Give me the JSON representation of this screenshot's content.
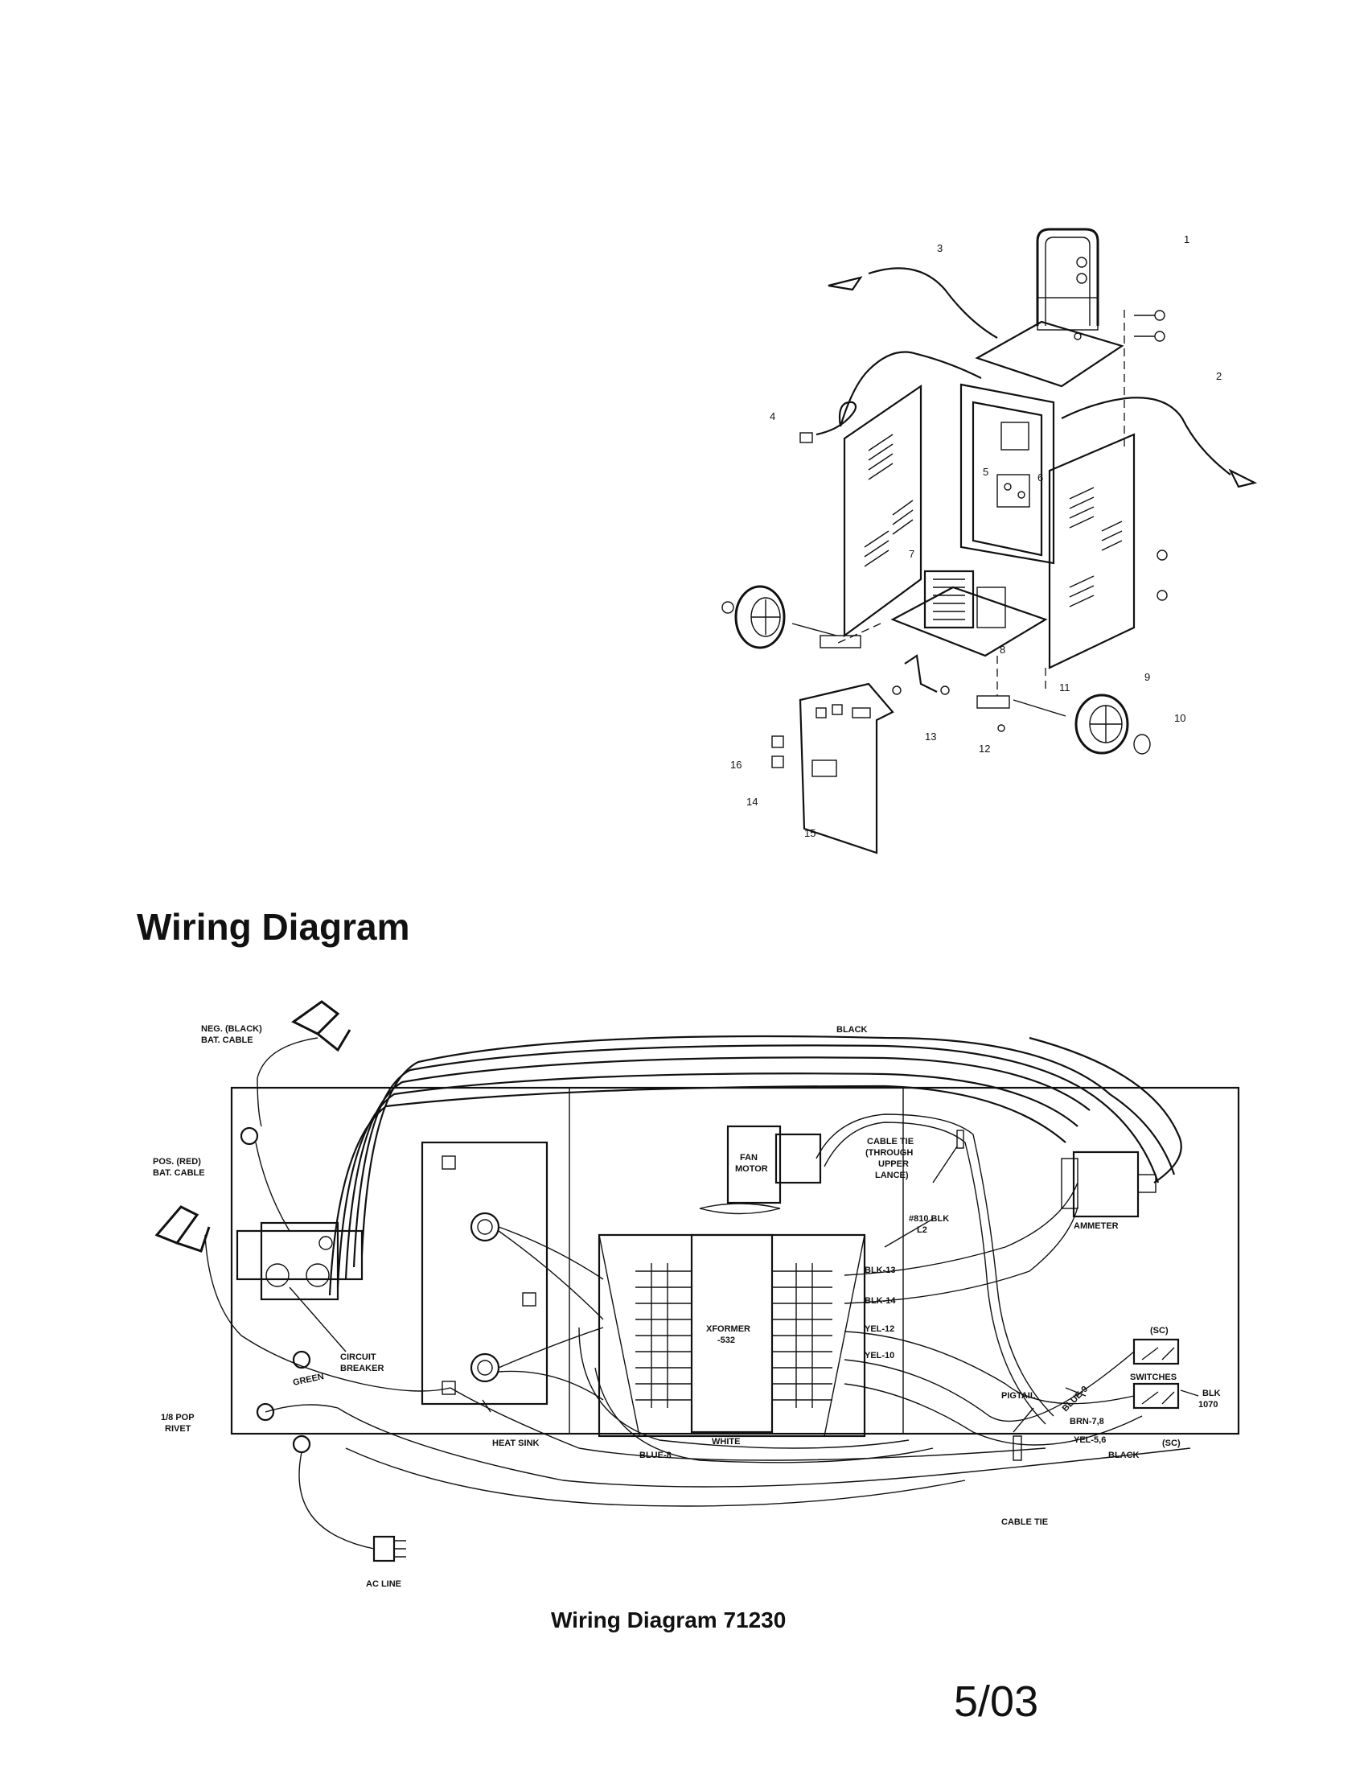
{
  "exploded_view": {
    "callouts": [
      "1",
      "2",
      "3",
      "4",
      "5",
      "6",
      "7",
      "8",
      "9",
      "10",
      "11",
      "12",
      "13",
      "14",
      "15",
      "16"
    ]
  },
  "wiring": {
    "heading": "Wiring Diagram",
    "caption": "Wiring Diagram 71230",
    "labels": {
      "neg_cable_1": "NEG. (BLACK)",
      "neg_cable_2": "BAT. CABLE",
      "pos_cable_1": "POS. (RED)",
      "pos_cable_2": "BAT. CABLE",
      "black_top": "BLACK",
      "fan_1": "FAN",
      "fan_2": "MOTOR",
      "cable_tie_top_1": "CABLE TIE",
      "cable_tie_top_2": "(THROUGH",
      "cable_tie_top_3": "UPPER",
      "cable_tie_top_4": "LANCE)",
      "blk_l2_1": "#810 BLK",
      "blk_l2_2": "L2",
      "ammeter": "AMMETER",
      "blk13": "BLK-13",
      "blk14": "BLK-14",
      "yel12": "YEL-12",
      "yel10": "YEL-10",
      "xformer_1": "XFORMER",
      "xformer_2": "-532",
      "circuit_1": "CIRCUIT",
      "circuit_2": "BREAKER",
      "pigtail": "PIGTAIL",
      "green": "GREEN",
      "rivet_1": "1/8 POP",
      "rivet_2": "RIVET",
      "white": "WHITE",
      "blue8": "BLUE-8",
      "heat_sink": "HEAT SINK",
      "blue9": "BLUE-9",
      "brn": "BRN-7,8",
      "yel": "YEL-5,6",
      "switches": "SWITCHES",
      "blk_right_1": "BLK",
      "blk_right_2": "1070",
      "sc1": "(SC)",
      "sc2": "(SC)",
      "black_bottom": "BLACK",
      "cable_tie_bottom": "CABLE TIE",
      "ac_line": "AC LINE"
    }
  },
  "footer": {
    "page_code": "5/03"
  }
}
